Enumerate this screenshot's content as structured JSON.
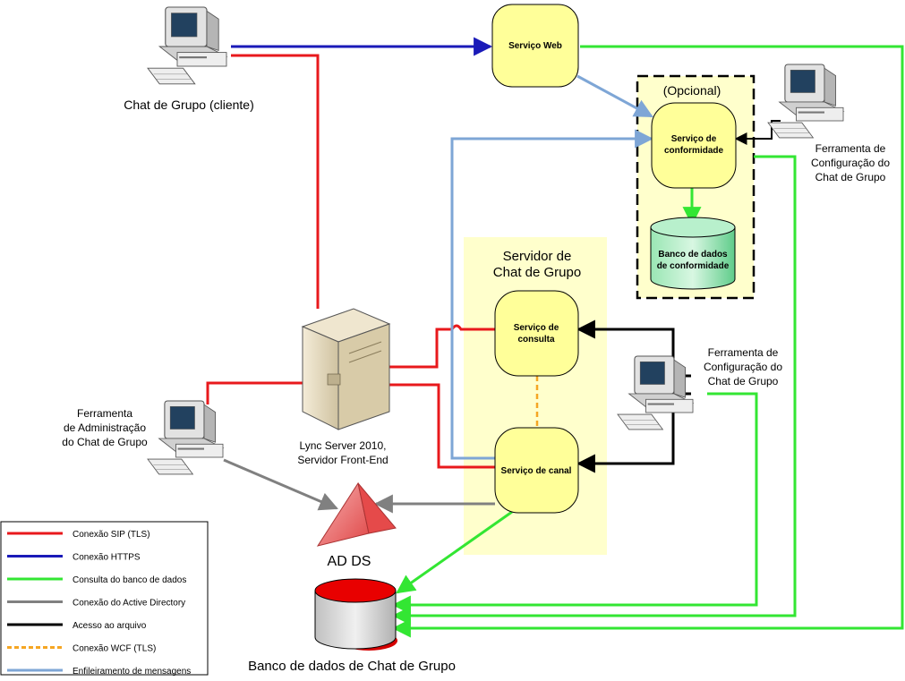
{
  "nodes": {
    "client_label": "Chat de Grupo (cliente)",
    "web_service": "Serviço Web",
    "optional_label": "(Opcional)",
    "compliance_service": [
      "Serviço de",
      "conformidade"
    ],
    "compliance_db": [
      "Banco de dados",
      "de conformidade"
    ],
    "config_tool_top": [
      "Ferramenta de",
      "Configuração do",
      "Chat de Grupo"
    ],
    "server_group": [
      "Servidor de",
      "Chat de Grupo"
    ],
    "lookup_service": [
      "Serviço de",
      "consulta"
    ],
    "channel_service": "Serviço de canal",
    "config_tool_mid": [
      "Ferramenta de",
      "Configuração do",
      "Chat de Grupo"
    ],
    "frontend_server": [
      "Lync Server 2010,",
      "Servidor Front-End"
    ],
    "admin_tool": [
      "Ferramenta",
      "de Administração",
      "do Chat de Grupo"
    ],
    "ad_ds": "AD DS",
    "group_chat_db": "Banco de dados de Chat de Grupo"
  },
  "legend": [
    {
      "label": "Conexão SIP (TLS)",
      "color": "#e8191c",
      "dashed": false
    },
    {
      "label": "Conexão HTTPS",
      "color": "#1a1ab8",
      "dashed": false
    },
    {
      "label": "Consulta do banco de dados",
      "color": "#33e633",
      "dashed": false
    },
    {
      "label": "Conexão do Active Directory",
      "color": "#808080",
      "dashed": false
    },
    {
      "label": "Acesso ao arquivo",
      "color": "#000000",
      "dashed": false
    },
    {
      "label": "Conexão WCF (TLS)",
      "color": "#f5a623",
      "dashed": true
    },
    {
      "label": "Enfileiramento de mensagens",
      "color": "#7ea6d6",
      "dashed": false
    }
  ],
  "colors": {
    "service_fill": "#ffff99",
    "group_fill": "#ffffcc",
    "sip": "#e8191c",
    "https": "#1a1ab8",
    "db": "#33e633",
    "ad": "#808080",
    "file": "#000000",
    "wcf": "#f5a623",
    "queue": "#7ea6d6"
  }
}
